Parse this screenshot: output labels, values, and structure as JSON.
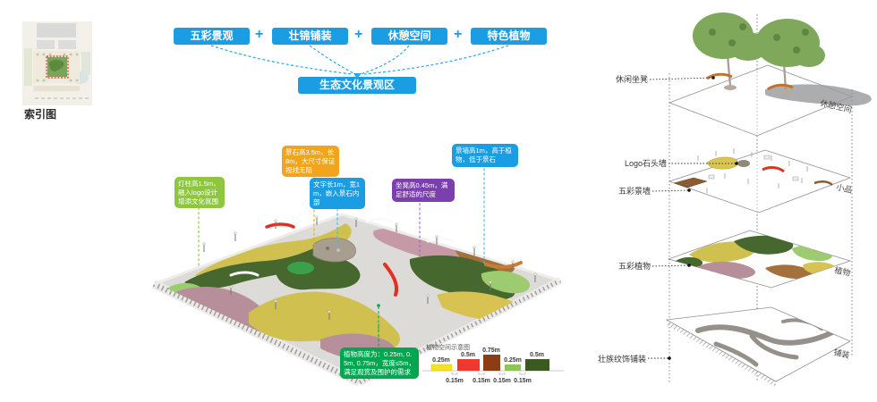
{
  "index_map": {
    "label": "索引图"
  },
  "flowchart": {
    "boxes": [
      "五彩景观",
      "壮锦铺装",
      "休憩空间",
      "特色植物"
    ],
    "plus": "+",
    "result": "生态文化景观区",
    "accent_color": "#1b9de4"
  },
  "callouts": {
    "lamp": {
      "text": "灯柱高1.5m，融入logo设计增添文化氛围",
      "color": "#8dc63f"
    },
    "stone": {
      "text": "景石高3.5m，长8m，大尺寸保证视线无阻",
      "color": "#f0a51c"
    },
    "letters": {
      "text": "文字长1m，宽1m，嵌入景石内部",
      "color": "#1b9de4"
    },
    "bench": {
      "text": "坐凳高0.45m，满足舒适的尺度",
      "color": "#7b3fae"
    },
    "wall": {
      "text": "景墙高1m，高于植物，低于景石",
      "color": "#1b9de4"
    },
    "plants": {
      "text": "植物高度为：0.25m, 0.5m, 0.75m，宽度≤5m，满足观赏及围护的需求",
      "color": "#00a650"
    }
  },
  "chart_data": {
    "type": "bar",
    "title": "植物空间示意图",
    "categories": [
      "0.25m",
      "0.5m",
      "0.75m",
      "0.25m",
      "0.5m"
    ],
    "values": [
      0.25,
      0.5,
      0.75,
      0.25,
      0.5
    ],
    "gap_labels": [
      "0.15m",
      "0.15m",
      "0.15m",
      "0.15m"
    ],
    "colors": [
      "#f4e02a",
      "#ee3a2e",
      "#8d3c13",
      "#8ec654",
      "#3a5a20"
    ]
  },
  "exploded": {
    "left_labels": [
      "休闲坐凳",
      "Logo石头墙",
      "五彩景墙",
      "五彩植物",
      "壮族纹饰铺装"
    ],
    "layer_labels": [
      "休憩空间",
      "小品",
      "植物",
      "铺装"
    ]
  }
}
